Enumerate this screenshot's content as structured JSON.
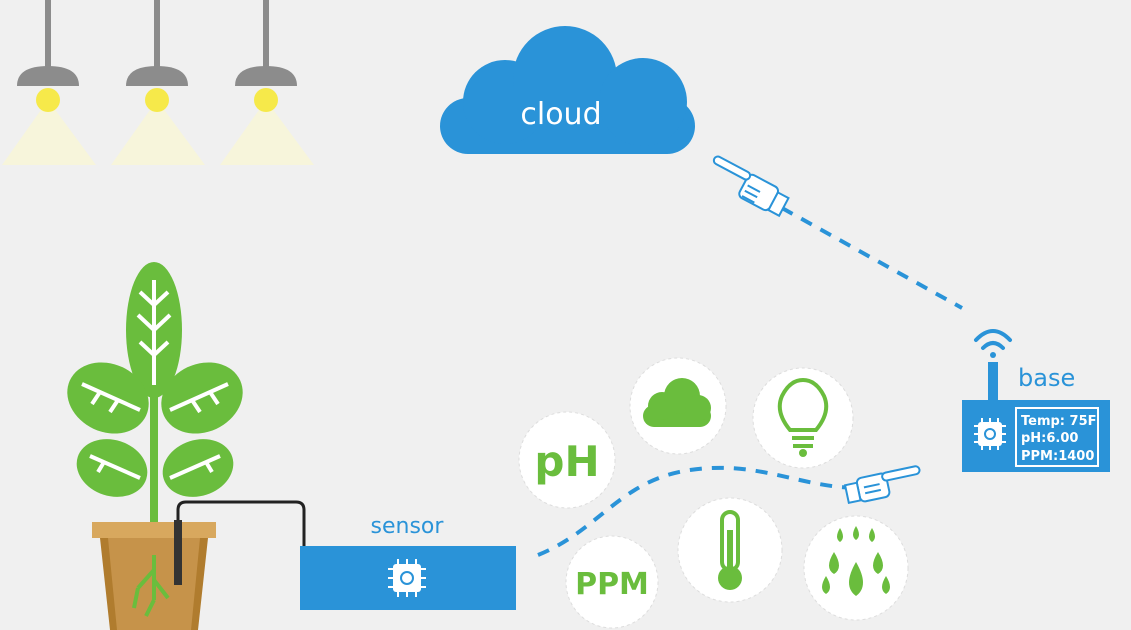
{
  "cloud": {
    "label": "cloud"
  },
  "sensor": {
    "label": "sensor"
  },
  "base": {
    "label": "base",
    "readout": {
      "line1": "Temp: 75F",
      "line2": "pH:6.00",
      "line3": "PPM:1400"
    }
  },
  "measurements": {
    "ph_label": "pH",
    "ppm_label": "PPM"
  },
  "colors": {
    "background": "#f0f0f0",
    "blue": "#2a93d8",
    "green": "#6abd3d",
    "dark_green": "#4a8f2a",
    "lamp_gray": "#8c8c8c",
    "bulb_yellow": "#f6e94a",
    "pot_tan": "#d8a85e",
    "pot_brown": "#b07c2e",
    "white": "#ffffff"
  },
  "icons": [
    "ceiling-lamp-icon",
    "plant-icon",
    "pot-icon",
    "chip-icon",
    "wifi-icon",
    "pointing-hand-icon",
    "weather-cloud-icon",
    "light-bulb-icon",
    "thermometer-icon",
    "water-drops-icon"
  ]
}
